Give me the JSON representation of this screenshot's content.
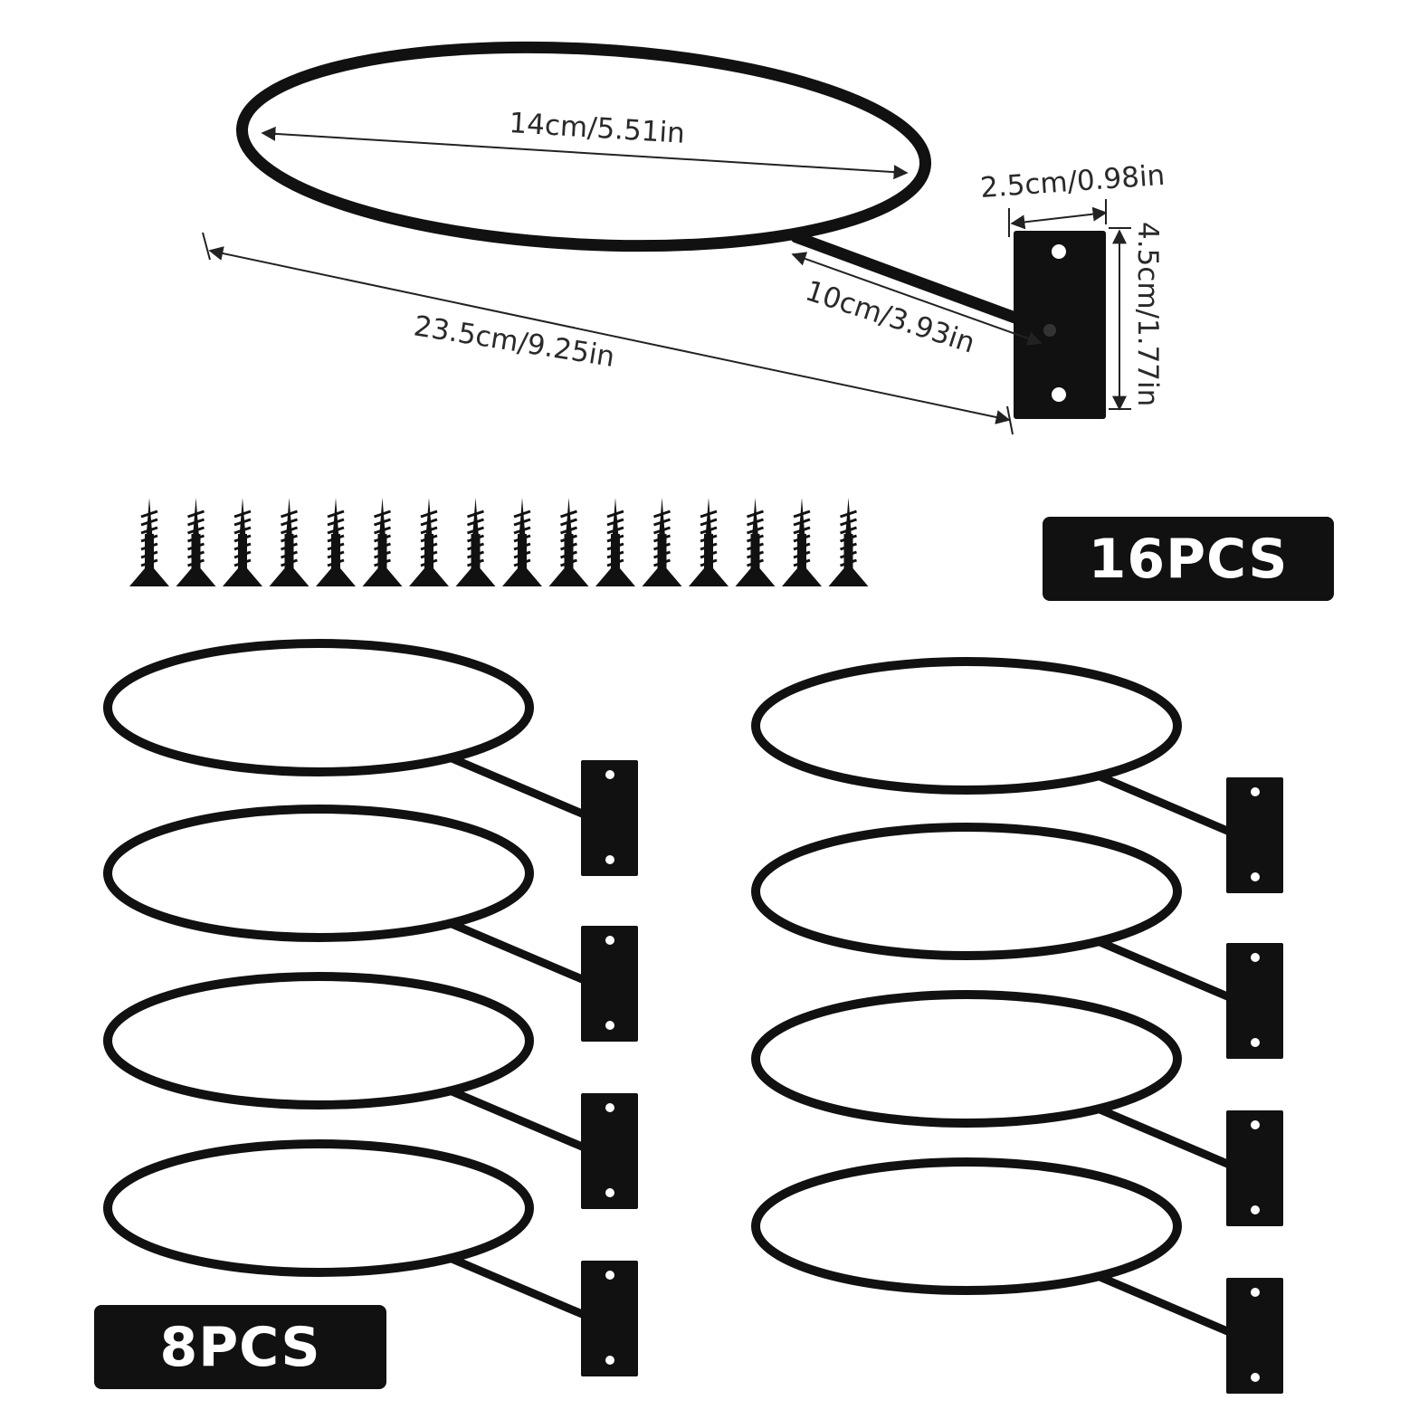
{
  "dimensions": {
    "ring_diameter": "14cm/5.51in",
    "plate_width": "2.5cm/0.98in",
    "plate_height": "4.5cm/1.77in",
    "arm_length": "10cm/3.93in",
    "total_length": "23.5cm/9.25in"
  },
  "badges": {
    "screws_count": "16PCS",
    "holders_count": "8PCS"
  },
  "colors": {
    "metal": "#111111",
    "dimension_line": "#222222",
    "background": "#ffffff"
  }
}
